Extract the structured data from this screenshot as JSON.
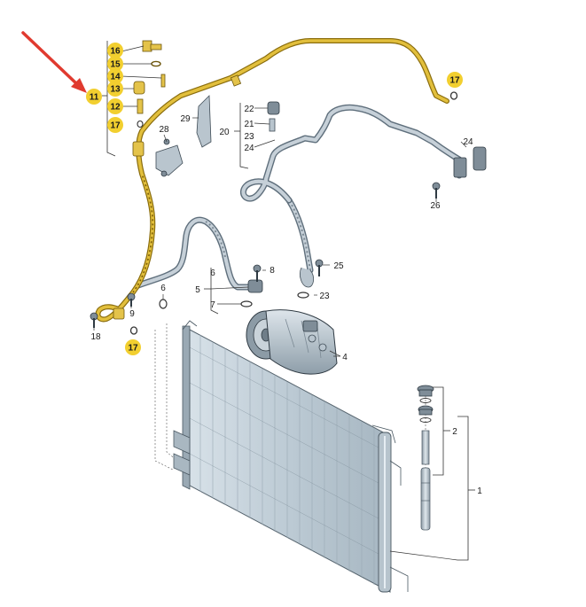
{
  "callouts": {
    "n1": "1",
    "n2": "2",
    "n4": "4",
    "n5": "5",
    "n6a": "6",
    "n6b": "6",
    "n7": "7",
    "n8": "8",
    "n9": "9",
    "n11": "11",
    "n12": "12",
    "n13": "13",
    "n14": "14",
    "n15": "15",
    "n16": "16",
    "n17a": "17",
    "n17b": "17",
    "n17c": "17",
    "n18": "18",
    "n20": "20",
    "n21": "21",
    "n22": "22",
    "n23a": "23",
    "n23b": "23",
    "n24a": "24",
    "n24b": "24",
    "n25": "25",
    "n26": "26",
    "n28": "28",
    "n29": "29"
  },
  "colors": {
    "highlight": "#f2cf2f",
    "arrow": "#e03a2f",
    "pipe": "#c6d0d8",
    "pipe_highlighted": "#e2bf3c"
  }
}
